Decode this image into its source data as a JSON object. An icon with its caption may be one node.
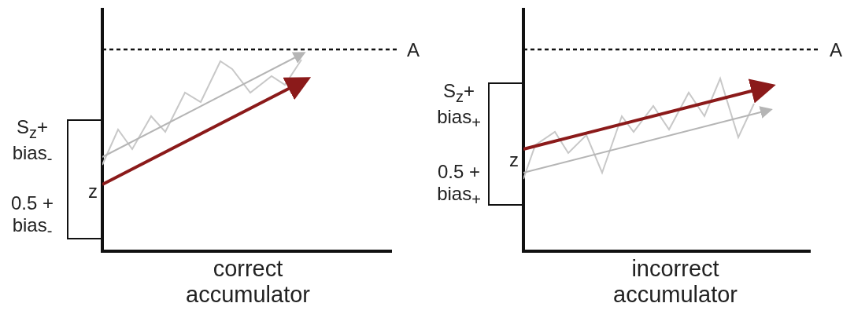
{
  "diagram": {
    "nodes": [
      {
        "text": [
          "z"
        ],
        "beside": [
          "S$_{z}$+ bias$_{-}$",
          "0.5 + bias$_{-}$"
        ]
      },
      {
        "text": [
          "z"
        ],
        "beside": [
          "S$_{z}$+ bias$_{+}$",
          "0.5 + bias$_{+}$"
        ]
      }
    ],
    "edges": [],
    "labels": [
      "A",
      "correct accumulator",
      "A",
      "incorrect accumulator"
    ]
  }
}
